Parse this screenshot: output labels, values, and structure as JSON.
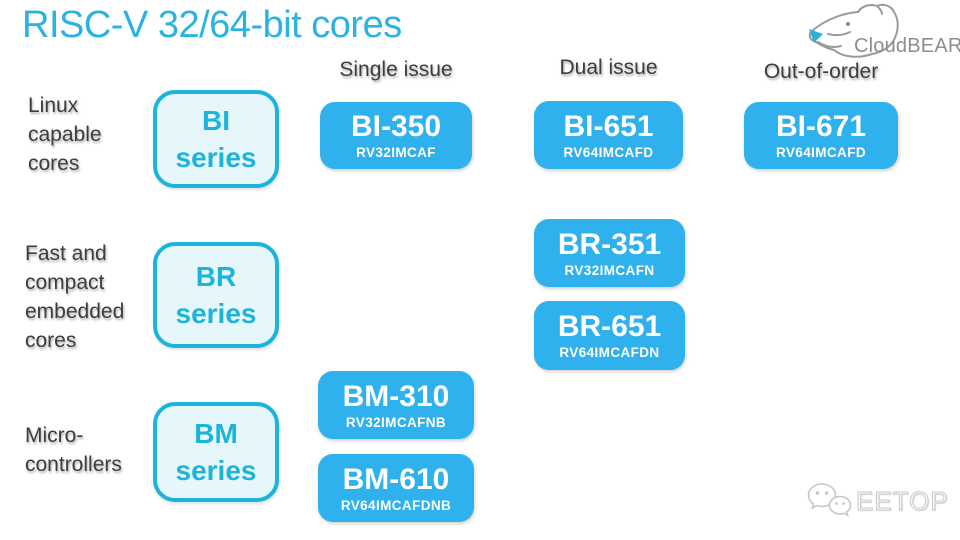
{
  "slide": {
    "title": "RISC-V 32/64-bit cores"
  },
  "brand": {
    "name": "CloudBEAR"
  },
  "watermark": {
    "text": "EETOP"
  },
  "columns": [
    {
      "label": "Single issue"
    },
    {
      "label": "Dual issue"
    },
    {
      "label": "Out-of-order"
    }
  ],
  "rows": [
    {
      "label": "Linux\ncapable\ncores",
      "series_label": "BI\nseries"
    },
    {
      "label": "Fast and\ncompact\nembedded\ncores",
      "series_label": "BR\nseries"
    },
    {
      "label": "Micro-\ncontrollers",
      "series_label": "BM\nseries"
    }
  ],
  "cores": [
    {
      "name": "BI-350",
      "isa": "RV32IMCAF",
      "series": "BI",
      "column": "Single issue"
    },
    {
      "name": "BI-651",
      "isa": "RV64IMCAFD",
      "series": "BI",
      "column": "Dual issue"
    },
    {
      "name": "BI-671",
      "isa": "RV64IMCAFD",
      "series": "BI",
      "column": "Out-of-order"
    },
    {
      "name": "BR-351",
      "isa": "RV32IMCAFN",
      "series": "BR",
      "column": "Dual issue"
    },
    {
      "name": "BR-651",
      "isa": "RV64IMCAFDN",
      "series": "BR",
      "column": "Dual issue"
    },
    {
      "name": "BM-310",
      "isa": "RV32IMCAFNB",
      "series": "BM",
      "column": "Single issue"
    },
    {
      "name": "BM-610",
      "isa": "RV64IMCAFDNB",
      "series": "BM",
      "column": "Single issue"
    }
  ],
  "colors": {
    "core_box": "#2eb1ec",
    "series_accent": "#1cb4da",
    "series_fill": "#e6f7fc",
    "title": "#2ab3e2",
    "label_text": "#3d3d3d",
    "logo_gray": "#8e8e8e",
    "logo_nose": "#2bb0d8",
    "watermark_gray": "#c8c8c8"
  }
}
